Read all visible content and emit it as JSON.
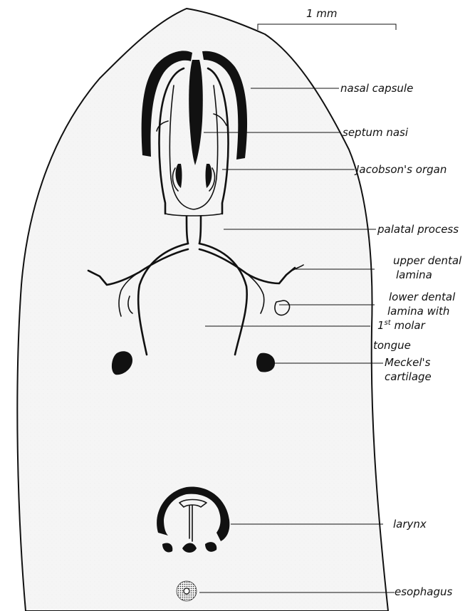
{
  "scale_bar": {
    "label": "1 mm"
  },
  "labels": {
    "nasal_capsule": "nasal capsule",
    "septum_nasi": "septum nasi",
    "jacobsons_organ": "Jacobson's organ",
    "palatal_process": "palatal process",
    "upper_dental_lamina_1": "upper dental",
    "upper_dental_lamina_2": "lamina",
    "lower_dental_lamina_1": "lower dental",
    "lower_dental_lamina_2": "lamina with",
    "first_molar_num": "1",
    "first_molar_sup": "st",
    "first_molar_word": " molar",
    "tongue": "tongue",
    "meckels_1": "Meckel's",
    "meckels_2": "cartilage",
    "larynx": "larynx",
    "esophagus": "esophagus"
  },
  "colors": {
    "ink": "#111111",
    "tissue": "#f4f4f4",
    "paper": "#ffffff"
  }
}
